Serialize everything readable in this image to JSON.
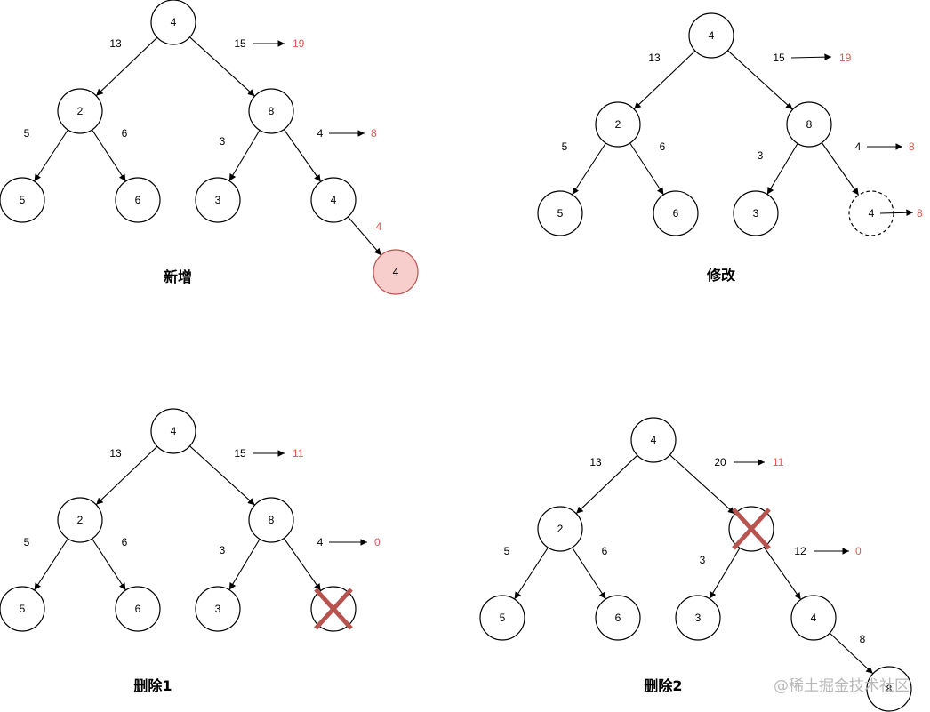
{
  "panels": [
    {
      "id": "add",
      "caption": "新增",
      "nodes": [
        {
          "id": "root",
          "label": "4"
        },
        {
          "id": "n2",
          "label": "2"
        },
        {
          "id": "n8",
          "label": "8"
        },
        {
          "id": "l5",
          "label": "5"
        },
        {
          "id": "l6",
          "label": "6"
        },
        {
          "id": "l3",
          "label": "3"
        },
        {
          "id": "l4",
          "label": "4"
        },
        {
          "id": "new4",
          "label": "4",
          "state": "added"
        }
      ],
      "edges": [
        {
          "from": "root",
          "to": "n2",
          "label": "13"
        },
        {
          "from": "root",
          "to": "n8",
          "label": "15",
          "update": "19"
        },
        {
          "from": "n2",
          "to": "l5",
          "label": "5"
        },
        {
          "from": "n2",
          "to": "l6",
          "label": "6"
        },
        {
          "from": "n8",
          "to": "l3",
          "label": "3"
        },
        {
          "from": "n8",
          "to": "l4",
          "label": "4",
          "update": "8"
        },
        {
          "from": "l4",
          "to": "new4",
          "label": "4",
          "label_color": "red"
        }
      ]
    },
    {
      "id": "modify",
      "caption": "修改",
      "nodes": [
        {
          "id": "root",
          "label": "4"
        },
        {
          "id": "n2",
          "label": "2"
        },
        {
          "id": "n8",
          "label": "8"
        },
        {
          "id": "l5",
          "label": "5"
        },
        {
          "id": "l6",
          "label": "6"
        },
        {
          "id": "l3",
          "label": "3"
        },
        {
          "id": "l4",
          "label": "4",
          "state": "modified",
          "update": "8"
        }
      ],
      "edges": [
        {
          "from": "root",
          "to": "n2",
          "label": "13"
        },
        {
          "from": "root",
          "to": "n8",
          "label": "15",
          "update": "19"
        },
        {
          "from": "n2",
          "to": "l5",
          "label": "5"
        },
        {
          "from": "n2",
          "to": "l6",
          "label": "6"
        },
        {
          "from": "n8",
          "to": "l3",
          "label": "3"
        },
        {
          "from": "n8",
          "to": "l4",
          "label": "4",
          "update": "8"
        }
      ]
    },
    {
      "id": "delete1",
      "caption": "删除1",
      "nodes": [
        {
          "id": "root",
          "label": "4"
        },
        {
          "id": "n2",
          "label": "2"
        },
        {
          "id": "n8",
          "label": "8"
        },
        {
          "id": "l5",
          "label": "5"
        },
        {
          "id": "l6",
          "label": "6"
        },
        {
          "id": "l3",
          "label": "3"
        },
        {
          "id": "del",
          "label": "",
          "state": "deleted"
        }
      ],
      "edges": [
        {
          "from": "root",
          "to": "n2",
          "label": "13"
        },
        {
          "from": "root",
          "to": "n8",
          "label": "15",
          "update": "11"
        },
        {
          "from": "n2",
          "to": "l5",
          "label": "5"
        },
        {
          "from": "n2",
          "to": "l6",
          "label": "6"
        },
        {
          "from": "n8",
          "to": "l3",
          "label": "3"
        },
        {
          "from": "n8",
          "to": "del",
          "label": "4",
          "update": "0"
        }
      ]
    },
    {
      "id": "delete2",
      "caption": "删除2",
      "nodes": [
        {
          "id": "root",
          "label": "4"
        },
        {
          "id": "n2",
          "label": "2"
        },
        {
          "id": "del",
          "label": "",
          "state": "deleted"
        },
        {
          "id": "l5",
          "label": "5"
        },
        {
          "id": "l6",
          "label": "6"
        },
        {
          "id": "l3",
          "label": "3"
        },
        {
          "id": "l4",
          "label": "4"
        },
        {
          "id": "l8",
          "label": "8"
        }
      ],
      "edges": [
        {
          "from": "root",
          "to": "n2",
          "label": "13"
        },
        {
          "from": "root",
          "to": "del",
          "label": "20",
          "update": "11"
        },
        {
          "from": "n2",
          "to": "l5",
          "label": "5"
        },
        {
          "from": "n2",
          "to": "l6",
          "label": "6"
        },
        {
          "from": "del",
          "to": "l3",
          "label": "3"
        },
        {
          "from": "del",
          "to": "l4",
          "label": "12",
          "update": "0"
        },
        {
          "from": "l4",
          "to": "l8",
          "label": "8"
        }
      ]
    }
  ],
  "watermark": "@稀土掘金技术社区"
}
